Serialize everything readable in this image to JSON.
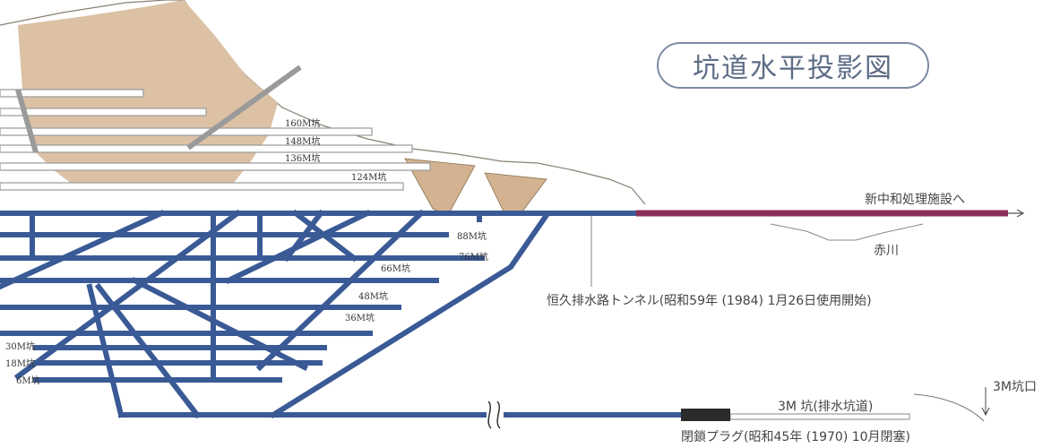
{
  "title": "坑道水平投影図",
  "upper_levels": [
    "160M坑",
    "148M坑",
    "136M坑",
    "124M坑"
  ],
  "lower_levels": [
    "88M坑",
    "76M坑",
    "66M坑",
    "48M坑",
    "36M坑",
    "30M坑",
    "18M坑",
    "6M坑"
  ],
  "facility_label": "新中和処理施設へ",
  "river_label": "赤川",
  "tunnel_label": "恒久排水路トンネル(昭和59年 (1984) 1月26日使用開始)",
  "adit_3m_label": "3M 坑(排水坑道)",
  "adit_mouth_label": "3M坑口",
  "plug_label": "閉鎖プラグ(昭和45年 (1970) 10月閉塞)",
  "colors": {
    "tunnel_blue": "#3a5a96",
    "pipe_maroon": "#8c2f58",
    "ore_body": "#dcc1a4",
    "title_border": "#7c8aa3"
  }
}
